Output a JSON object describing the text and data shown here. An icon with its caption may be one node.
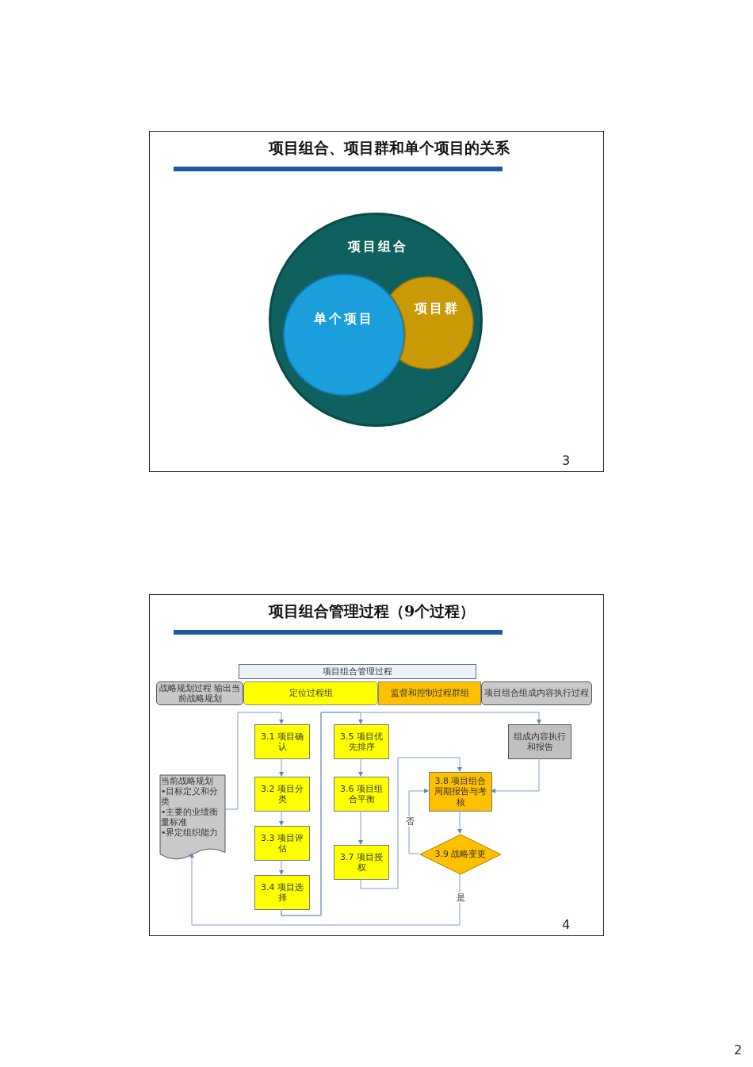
{
  "diagram": {
    "nodes": [
      {
        "text": [
          "项目组合、项目群和单个项目的关系"
        ]
      },
      {
        "text": [
          "项目组合"
        ],
        "in": 0
      },
      {
        "text": [
          "单个项目"
        ],
        "in": 1
      },
      {
        "text": [
          "项目群"
        ],
        "in": 1
      },
      {
        "text": [
          "项目组合管理过程（9个过程）"
        ]
      },
      {
        "text": [
          "项目组合管理过程"
        ],
        "in": 4
      },
      {
        "text": [
          "战略规划过程 输出当前战略规划"
        ],
        "in": 4
      },
      {
        "text": [
          "定位过程组"
        ],
        "in": 4
      },
      {
        "text": [
          "监督和控制过程群组"
        ],
        "in": 4
      },
      {
        "text": [
          "项目组合组成内容执行过程"
        ],
        "in": 4
      },
      {
        "text": [
          "当前战略规划",
          "•目标定义和分类",
          "•主要的业绩衡量标准",
          "•界定组织能力"
        ],
        "in": 4
      },
      {
        "text": [
          "3.1 项目确认"
        ],
        "in": 4
      },
      {
        "text": [
          "3.2 项目分类"
        ],
        "in": 4
      },
      {
        "text": [
          "3.3 项目评估"
        ],
        "in": 4
      },
      {
        "text": [
          "3.4 项目选择"
        ],
        "in": 4
      },
      {
        "text": [
          "3.5 项目优先排序"
        ],
        "in": 4
      },
      {
        "text": [
          "3.6 项目组合平衡"
        ],
        "in": 4
      },
      {
        "text": [
          "3.7 项目授权"
        ],
        "in": 4
      },
      {
        "text": [
          "组成内容执行和报告"
        ],
        "in": 4
      },
      {
        "text": [
          "3.8 项目组合周期报告与考核"
        ],
        "in": 4
      },
      {
        "text": [
          "3.9 战略变更"
        ],
        "in": 4
      }
    ],
    "edges": [
      {
        "from": 10,
        "to": 11,
        "arrow": "to"
      },
      {
        "from": 11,
        "to": 12,
        "arrow": "to"
      },
      {
        "from": 12,
        "to": 13,
        "arrow": "to"
      },
      {
        "from": 13,
        "to": 14,
        "arrow": "to"
      },
      {
        "from": 14,
        "to": 15,
        "arrow": "to"
      },
      {
        "from": 14,
        "to": 18,
        "arrow": "to"
      },
      {
        "from": 15,
        "to": 16,
        "arrow": "to"
      },
      {
        "from": 16,
        "to": 17,
        "arrow": "to"
      },
      {
        "from": 17,
        "to": 19,
        "arrow": "to"
      },
      {
        "from": 18,
        "to": 19,
        "arrow": "to"
      },
      {
        "from": 19,
        "to": 20,
        "arrow": "to"
      },
      {
        "from": 20,
        "to": 19,
        "arrow": "to",
        "label": "否"
      },
      {
        "from": 20,
        "to": 10,
        "arrow": "to",
        "label": "是"
      }
    ],
    "labels": [
      "3",
      "4",
      "2"
    ]
  }
}
